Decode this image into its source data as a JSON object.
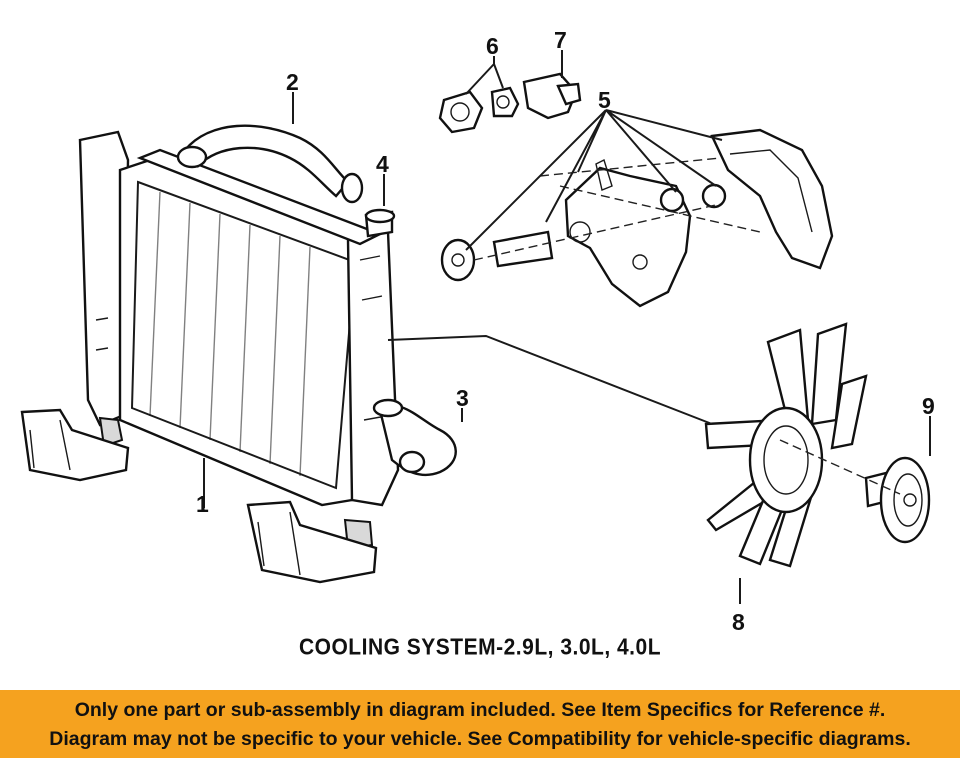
{
  "callouts": [
    "1",
    "2",
    "3",
    "4",
    "5",
    "6",
    "7",
    "8",
    "9"
  ],
  "caption": "COOLING SYSTEM-2.9L, 3.0L, 4.0L",
  "banner": {
    "line1": "Only one part or sub-assembly in diagram included. See Item Specifics for Reference #.",
    "line2": "Diagram may not be specific to your vehicle. See Compatibility for vehicle-specific diagrams."
  },
  "colors": {
    "banner_bg": "#f5a21f",
    "ink": "#111111",
    "paper": "#ffffff"
  }
}
